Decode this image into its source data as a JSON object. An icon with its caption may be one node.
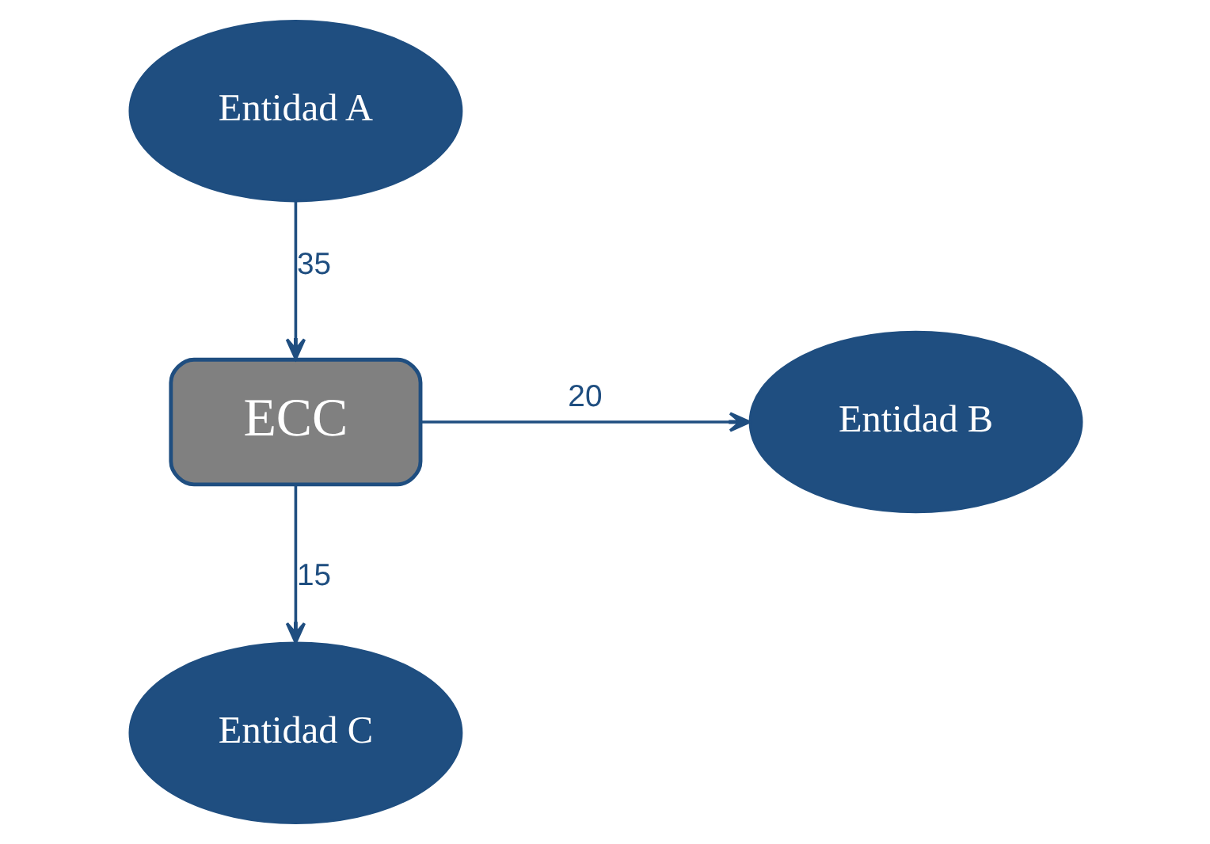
{
  "diagram": {
    "nodes": [
      {
        "text": [
          "Entidad A"
        ]
      },
      {
        "text": [
          "ECC"
        ]
      },
      {
        "text": [
          "Entidad B"
        ]
      },
      {
        "text": [
          "Entidad C"
        ]
      }
    ],
    "edges": [
      {
        "from": 0,
        "to": 1,
        "arrow": "to",
        "label": "35"
      },
      {
        "from": 1,
        "to": 2,
        "arrow": "to",
        "label": "20"
      },
      {
        "from": 1,
        "to": 3,
        "arrow": "to",
        "label": "15"
      }
    ]
  }
}
